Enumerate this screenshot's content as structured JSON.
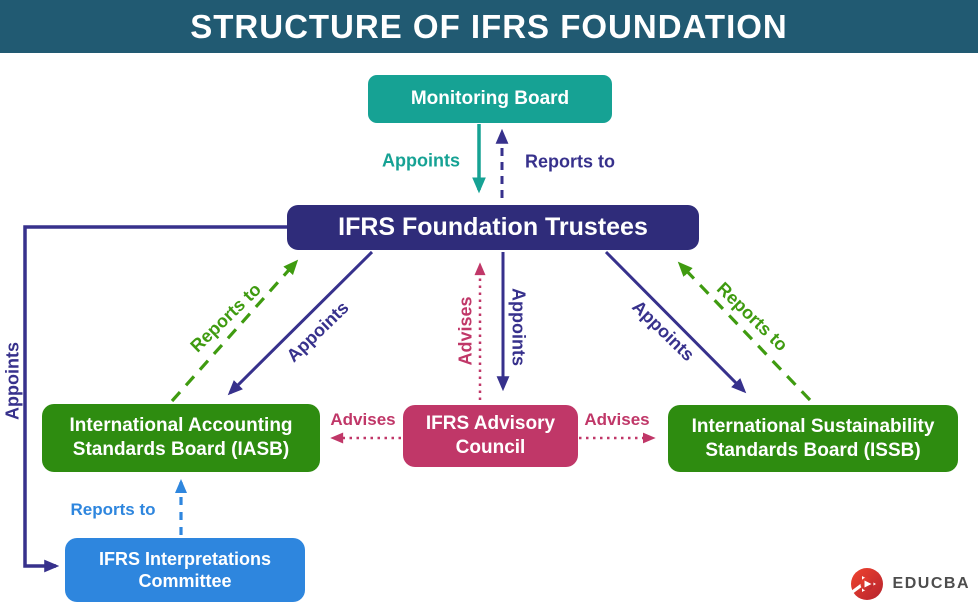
{
  "header": {
    "title": "STRUCTURE OF IFRS FOUNDATION",
    "bg_color": "#215a72"
  },
  "nodes": {
    "monitoring_board": {
      "label": "Monitoring Board",
      "color": "#16a294"
    },
    "trustees": {
      "label": "IFRS Foundation Trustees",
      "color": "#2f2c7a"
    },
    "iasb": {
      "label": "International Accounting Standards Board (IASB)",
      "color": "#2e8c10"
    },
    "advisory_council": {
      "label": "IFRS Advisory Council",
      "color": "#c03768"
    },
    "issb": {
      "label": "International Sustainability Standards Board (ISSB)",
      "color": "#2e8c10"
    },
    "interpretations_committee": {
      "label": "IFRS Interpretations Committee",
      "color": "#2e86de"
    }
  },
  "edge_labels": {
    "mb_appoints": "Appoints",
    "mb_reports_to": "Reports to",
    "iasb_reports_to": "Reports to",
    "iasb_appoints": "Appoints",
    "council_advises_up": "Advises",
    "council_appoints": "Appoints",
    "issb_appoints": "Appoints",
    "issb_reports_to": "Reports to",
    "advises_iasb": "Advises",
    "advises_issb": "Advises",
    "committee_reports_to": "Reports to",
    "committee_appoints": "Appoints"
  },
  "colors": {
    "teal_arrow": "#16a294",
    "navy_arrow": "#37318c",
    "green_arrow": "#3f9b10",
    "pink_arrow": "#c03768",
    "blue_arrow": "#2e86de"
  },
  "footer": {
    "brand": "EDUCBA"
  }
}
